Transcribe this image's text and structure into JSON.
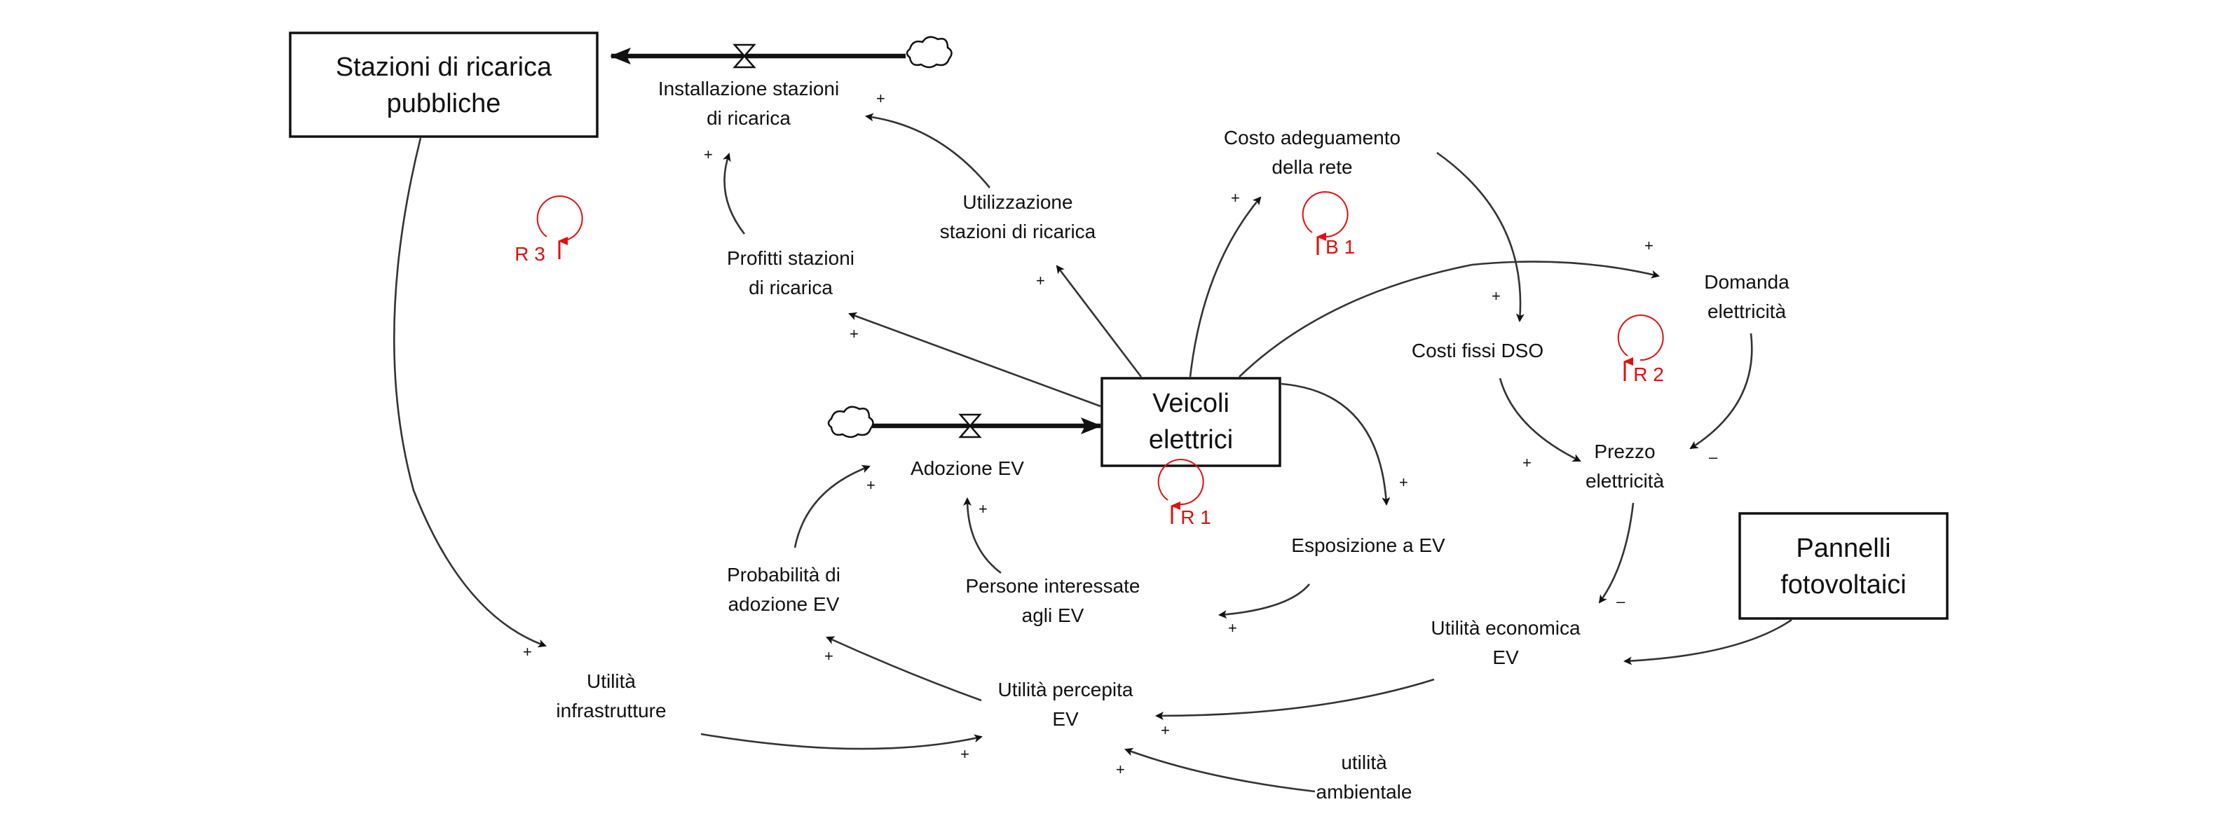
{
  "diagram": {
    "type": "stock-and-flow",
    "colors": {
      "line": "#333333",
      "stock_border": "#111111",
      "loop": "#e01010",
      "background": "#ffffff"
    },
    "stocks": {
      "stazioni": [
        "Stazioni di ricarica",
        "pubbliche"
      ],
      "veicoli": [
        "Veicoli",
        "elettrici"
      ],
      "pannelli": [
        "Pannelli",
        "fotovoltaici"
      ]
    },
    "flows": {
      "installazione": [
        "Installazione stazioni",
        "di ricarica"
      ],
      "adozione": [
        "Adozione EV"
      ]
    },
    "variables": {
      "utilizzazione": [
        "Utilizzazione",
        "stazioni di ricarica"
      ],
      "profitti": [
        "Profitti stazioni",
        "di ricarica"
      ],
      "costo_adeguamento": [
        "Costo adeguamento",
        "della rete"
      ],
      "domanda": [
        "Domanda",
        "elettricità"
      ],
      "costi_fissi": [
        "Costi fissi DSO"
      ],
      "prezzo": [
        "Prezzo",
        "elettricità"
      ],
      "esposizione": [
        "Esposizione a EV"
      ],
      "persone": [
        "Persone interessate",
        "agli EV"
      ],
      "probabilita": [
        "Probabilità di",
        "adozione EV"
      ],
      "utilita_economica": [
        "Utilità economica",
        "EV"
      ],
      "utilita_percepita": [
        "Utilità percepita",
        "EV"
      ],
      "utilita_infrastrutture": [
        "Utilità",
        "infrastrutture"
      ],
      "utilita_ambientale": [
        "utilità",
        "ambientale"
      ]
    },
    "loops": {
      "R3": "R 3",
      "B1": "B 1",
      "R2": "R 2",
      "R1": "R 1"
    },
    "polarities": {
      "plus": "+",
      "minus": "–"
    }
  }
}
